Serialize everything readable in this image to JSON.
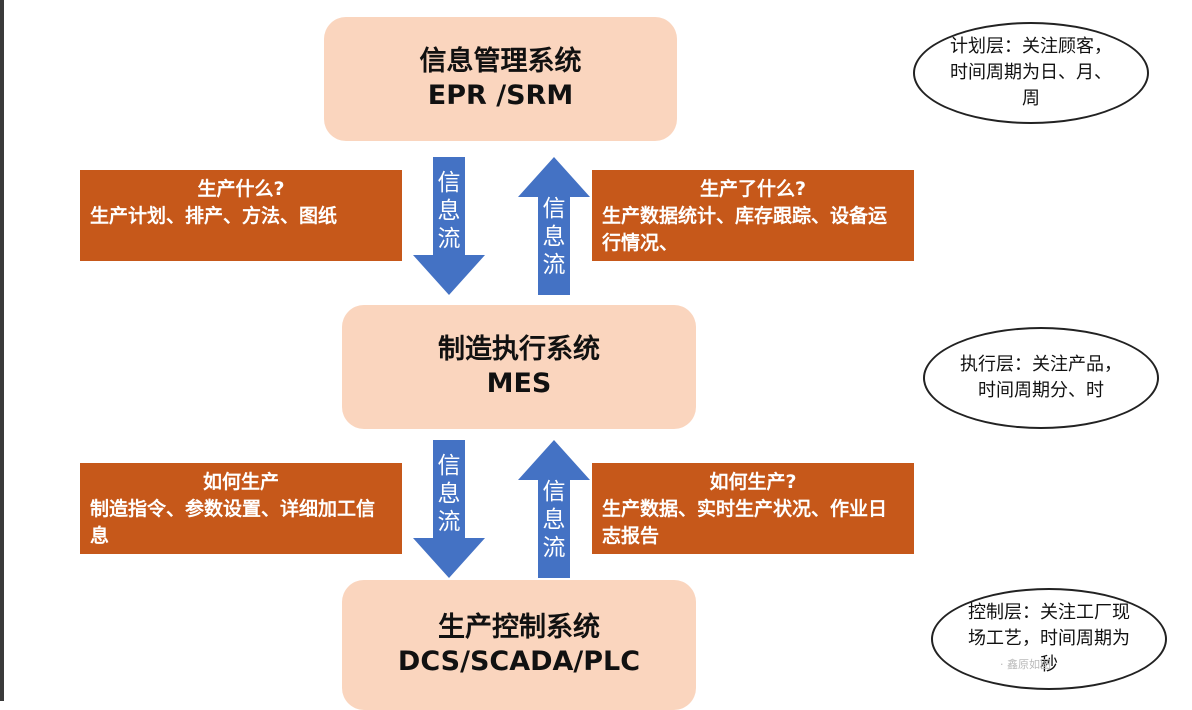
{
  "systems": {
    "top": {
      "line1": "信息管理系统",
      "line2": "EPR /SRM"
    },
    "middle": {
      "line1": "制造执行系统",
      "line2": "MES"
    },
    "bottom": {
      "line1": "生产控制系统",
      "line2": "DCS/SCADA/PLC"
    }
  },
  "info_flow_label": [
    "信",
    "息",
    "流"
  ],
  "boxes": {
    "upper_left": {
      "title": "生产什么?",
      "body": "生产计划、排产、方法、图纸"
    },
    "upper_right": {
      "title": "生产了什么?",
      "body": "生产数据统计、库存跟踪、设备运行情况、"
    },
    "lower_left": {
      "title": "如何生产",
      "body": "制造指令、参数设置、详细加工信息"
    },
    "lower_right": {
      "title": "如何生产?",
      "body": "生产数据、实时生产状况、作业日志报告"
    }
  },
  "layers": {
    "plan": "计划层：关注顾客，时间周期为日、月、周",
    "exec": "执行层：关注产品，时间周期分、时",
    "control": "控制层：关注工厂现场工艺，时间周期为秒"
  },
  "watermark": "· 鑫原如图",
  "colors": {
    "system_fill": "#fad5be",
    "info_box_fill": "#c6581a",
    "arrow_fill": "#4472c4"
  }
}
